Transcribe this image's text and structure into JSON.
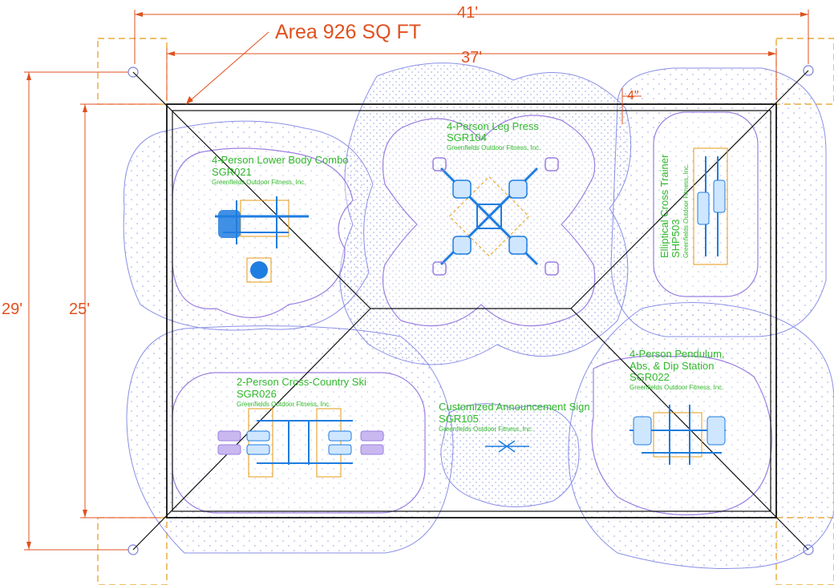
{
  "dimensions": {
    "area": "Area 926 SQ FT",
    "overall_width": "41'",
    "inner_width": "37'",
    "border_offset": "4\"",
    "overall_height": "29'",
    "inner_height": "25'"
  },
  "manufacturer": "Greenfields Outdoor Fitness, Inc.",
  "stations": {
    "lower_body": {
      "name": "4-Person Lower Body Combo",
      "code": "SGR021"
    },
    "leg_press": {
      "name": "4-Person Leg Press",
      "code": "SGR104"
    },
    "elliptical": {
      "name": "Elliptical Cross Trainer",
      "code": "SHP503"
    },
    "pendulum": {
      "name_line1": "4-Person Pendulum,",
      "name_line2": "Abs, & Dip Station",
      "code": "SGR022"
    },
    "ski": {
      "name": "2-Person Cross-Country Ski",
      "code": "SGR026"
    },
    "sign": {
      "name": "Customized Announcement Sign",
      "code": "SGR105"
    }
  },
  "colors": {
    "outline": "#111111",
    "zone": "#8a8fe6",
    "dots": "#9aa2e0",
    "dim_red": "#e0511f",
    "dashed_orange": "#e59a12",
    "equipment": "#1e7de0",
    "label": "#2fb82a"
  }
}
